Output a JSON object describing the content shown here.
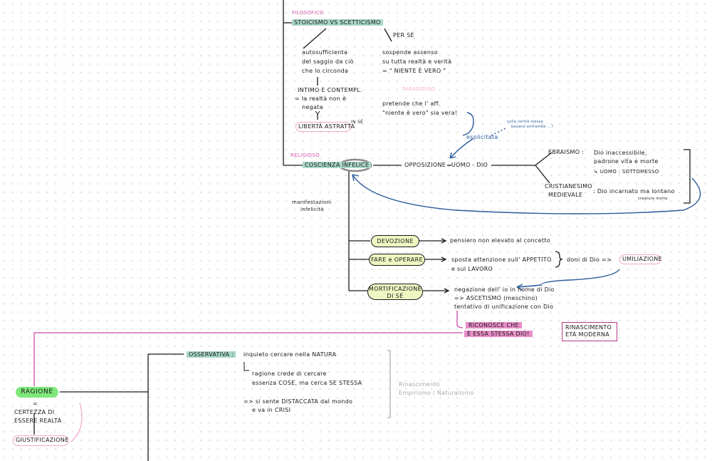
{
  "upper": {
    "filosofico_label": "FILOSOFICO",
    "stoicismo": "STOICISMO VS SCETTICISMO",
    "per_se": "PER SÉ",
    "stoic_lines": [
      "autosufficienta",
      "del saggio da ciò",
      "che lo circonda"
    ],
    "scet_lines": [
      "sospende assenso",
      "su tutta realtà e verità",
      "= \" NIENTE È VERO \""
    ],
    "intimo_lines": [
      "INTIMO E CONTEMPL.",
      "= la realtà non è",
      "negata"
    ],
    "liberta": "LIBERTÀ ASTRATTA",
    "in_se": "IN SÉ",
    "paradosso": "PARADOSSO",
    "pretende_lines": [
      "pretende che l' aff.",
      "\"niente è vero\" sia vera!"
    ],
    "esplicitata": "esplicitata",
    "sulla_verita_lines": [
      "sulla verità stessa",
      "basano entrambe ...?"
    ],
    "religioso_label": "RELIGIOSO",
    "coscienza": "COSCIENZA INFELICE",
    "opposizione": "OPPOSIZIONE",
    "uomo_dio": "UOMO - DIO",
    "ebraismo": "EBRAISMO :",
    "ebraismo_lines": [
      "Dio inaccessibile,",
      "padrone vita e morte",
      "↳ UOMO : SOTTOMESSO"
    ],
    "cristianesimo_lines": [
      "CRISTIANESIMO",
      "MEDIEVALE"
    ],
    "cristianesimo_desc": ": Dio incarnato ma lontano",
    "cristianesimo_sub": "creature morte",
    "manifestazioni_lines": [
      "manifestazioni",
      "infelicità"
    ],
    "devozione": "DEVOZIONE",
    "devozione_desc": "pensiero non elevato al concetto",
    "fare": "FARE e OPERARE",
    "fare_lines": [
      "sposta attenzione sull' APPETITO",
      "e sul LAVORO"
    ],
    "doni": "doni di Dio =>",
    "umiliazione": "UMILIAZIONE",
    "mortificazione_lines": [
      "MORTIFICAZIONE",
      "DI SÉ"
    ],
    "mort_lines": [
      "negazione dell' io in nome di Dio",
      "=> ASCETISMO (meschino)",
      "tentativo di unificazione con Dio"
    ],
    "riconosce_lines": [
      "RICONOSCE CHE",
      "È ESSA STESSA DIO!"
    ],
    "rinascimento_box": [
      "RINASCIMENTO",
      "ETÀ MODERNA"
    ]
  },
  "lower": {
    "ragione": "RAGIONE",
    "eq": "=",
    "certezza_lines": [
      "CERTEZZA DI",
      "ESSERE REALTÀ"
    ],
    "giustificazione": "GIUSTIFICAZIONE",
    "osservativa": "OSSERVATIVA :",
    "inquieto": "inquieto cercare nella NATURA",
    "ragione_crede_lines": [
      "ragione crede di cercare",
      "essenza COSE, ma cerca SE STESSA"
    ],
    "distaccata_lines": [
      "=> si sente DISTACCATA dal mondo",
      "e va in CRISI"
    ],
    "rinascimento_gray": [
      "Rinascimento",
      "Empirismo / Naturalismo"
    ]
  },
  "colors": {
    "ink": "#1a1a1a",
    "teal_highlight": "#a9d8c6",
    "pink_highlight": "#e98ec8",
    "yellow_pill": "#eef6c2",
    "green_pill": "#7ee87a",
    "blue_arrow": "#2a5a9a",
    "pink_line": "#c94aa8"
  }
}
